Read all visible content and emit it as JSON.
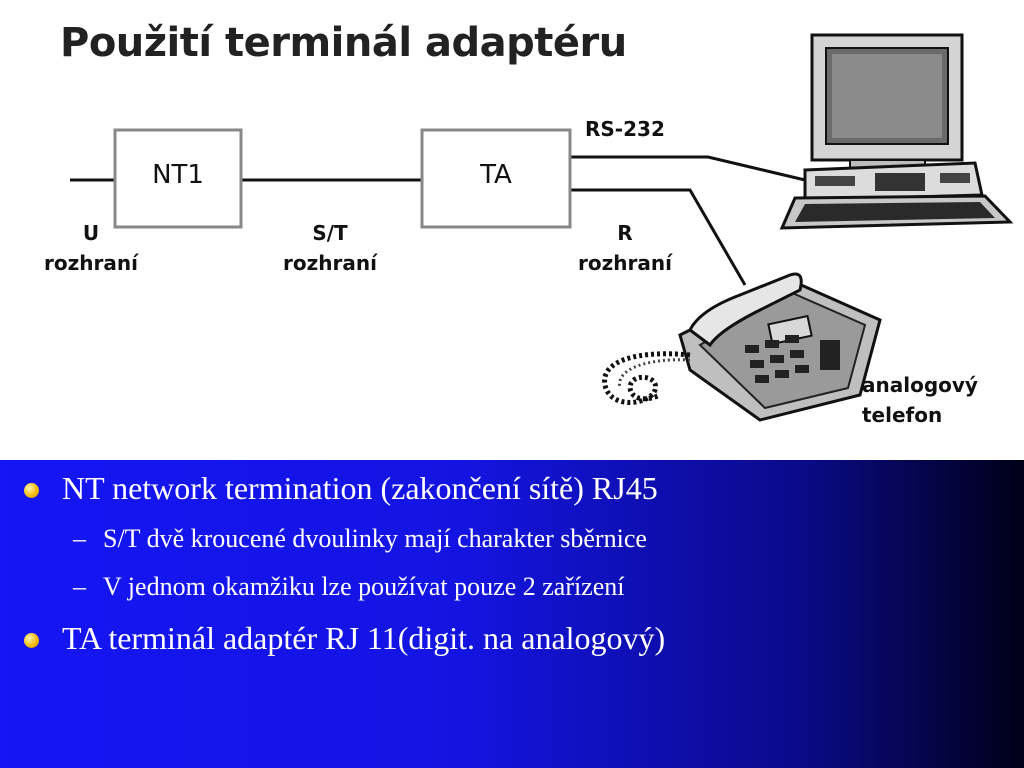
{
  "title": "Použití terminál adaptéru",
  "diagram": {
    "boxes": {
      "nt1": "NT1",
      "ta": "TA"
    },
    "labels": {
      "u_line1": "U",
      "u_line2": "rozhraní",
      "st_line1": "S/T",
      "st_line2": "rozhraní",
      "r_line1": "R",
      "r_line2": "rozhraní",
      "rs232": "RS-232",
      "phone_line1": "analogový",
      "phone_line2": "telefon"
    },
    "icons": [
      "computer-icon",
      "telephone-icon"
    ]
  },
  "bullets": [
    {
      "text": "NT network termination (zakončení sítě) RJ45",
      "subitems": [
        "S/T  dvě kroucené dvoulinky mají charakter sběrnice",
        "V jednom okamžiku lze používat pouze 2 zařízení"
      ]
    },
    {
      "text": "TA terminál adaptér RJ 11(digit. na analogový)",
      "subitems": []
    }
  ],
  "colors": {
    "panel_left": "#1515f5",
    "panel_right": "#000018",
    "bullet": "#f2b800",
    "text": "#ffffff"
  }
}
